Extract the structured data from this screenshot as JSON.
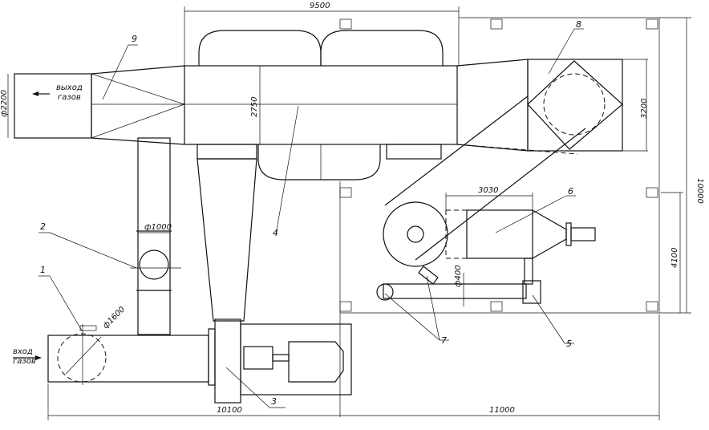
{
  "labels": {
    "gas_outlet": [
      "выход",
      "газов"
    ],
    "gas_inlet": [
      "вход",
      "газов"
    ]
  },
  "callouts": [
    "1",
    "2",
    "3",
    "4",
    "5",
    "6",
    "7",
    "8",
    "9"
  ],
  "dimensions": {
    "top_length": "9500",
    "outlet_diameter": "ф2200",
    "body_height": "2750",
    "stack_diameter": "ф1000",
    "inlet_diameter": "ф1600",
    "bottom_left_length": "10100",
    "bottom_right_length": "11000",
    "hopper_length": "3030",
    "screw_diameter": "ф400",
    "right_box_height": "3200",
    "total_height": "10000",
    "lower_height": "4100"
  }
}
